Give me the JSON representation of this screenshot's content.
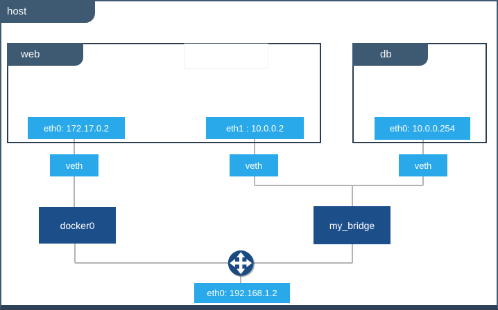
{
  "host": {
    "label": "host",
    "interface_label": "eth0: 192.168.1.2"
  },
  "containers": {
    "web": {
      "label": "web",
      "eth0_label": "eth0: 172.17.0.2",
      "eth1_label": "eth1 : 10.0.0.2"
    },
    "db": {
      "label": "db",
      "eth0_label": "eth0: 10.0.0.254"
    }
  },
  "veth_label": "veth",
  "bridges": {
    "docker0_label": "docker0",
    "my_bridge_label": "my_bridge"
  },
  "icons": {
    "router": "router-4-way-arrows-icon"
  },
  "colors": {
    "tab_slate": "#3E5A72",
    "container_border": "#2B3E50",
    "interface_blue": "#29A9EA",
    "bridge_navy": "#1C4E8A",
    "router_navy": "#1A4A80",
    "connector_gray": "#B3B3B3",
    "host_bottom_bar": "#2E4156"
  }
}
